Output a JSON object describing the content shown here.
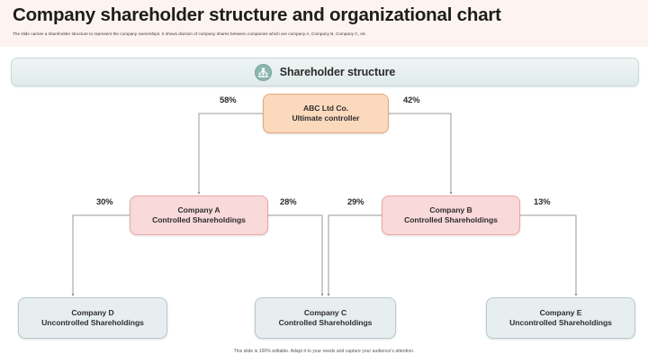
{
  "slide": {
    "title": "Company shareholder structure and organizational chart",
    "subtitle": "The slide carries a shareholder structure to represent the company ownerships. It shows division of company shares between companies which are company A, Company B, Company C, etc",
    "footer": "This slide is 100% editable. Adapt it to your needs and capture your audience's attention.",
    "background": "#ffffff"
  },
  "section": {
    "title": "Shareholder structure",
    "icon": "people-group-icon",
    "icon_color": "#8cb5b2",
    "bar_color": "#e7f0ef"
  },
  "chart_data": {
    "type": "diagram",
    "title": "Shareholder structure",
    "nodes": [
      {
        "id": "abc",
        "line1": "ABC Ltd Co.",
        "line2": "Ultimate controller",
        "level": 0,
        "color": "#fbd9bd",
        "border": "#e7a877"
      },
      {
        "id": "company-a",
        "line1": "Company A",
        "line2": "Controlled Shareholdings",
        "level": 1,
        "color": "#f9d9d9",
        "border": "#e9a7a8"
      },
      {
        "id": "company-b",
        "line1": "Company B",
        "line2": "Controlled Shareholdings",
        "level": 1,
        "color": "#f9d9d9",
        "border": "#e9a7a8"
      },
      {
        "id": "company-d",
        "line1": "Company D",
        "line2": "Uncontrolled Shareholdings",
        "level": 2,
        "color": "#e7eef0",
        "border": "#b9c9cd"
      },
      {
        "id": "company-c",
        "line1": "Company C",
        "line2": "Controlled Shareholdings",
        "level": 2,
        "color": "#e7eef0",
        "border": "#b9c9cd"
      },
      {
        "id": "company-e",
        "line1": "Company E",
        "line2": "Uncontrolled Shareholdings",
        "level": 2,
        "color": "#e7eef0",
        "border": "#b9c9cd"
      }
    ],
    "edges": [
      {
        "from": "abc",
        "to": "company-a",
        "label": "58%"
      },
      {
        "from": "abc",
        "to": "company-b",
        "label": "42%"
      },
      {
        "from": "company-a",
        "to": "company-d",
        "label": "30%"
      },
      {
        "from": "company-a",
        "to": "company-c",
        "label": "28%"
      },
      {
        "from": "company-b",
        "to": "company-c",
        "label": "29%"
      },
      {
        "from": "company-b",
        "to": "company-e",
        "label": "13%"
      }
    ]
  }
}
